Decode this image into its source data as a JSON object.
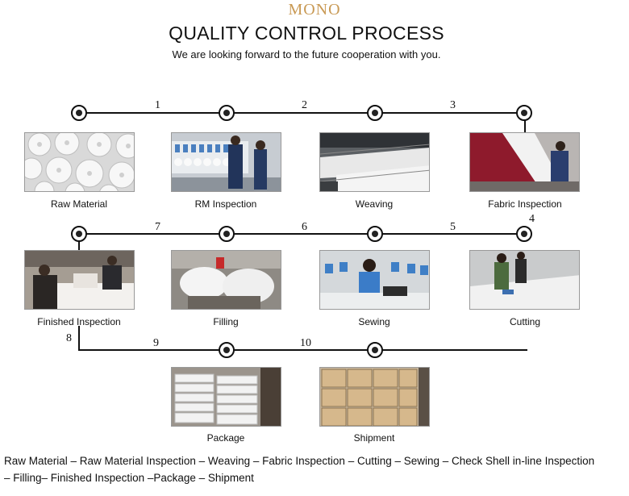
{
  "header": {
    "brand": "MONO",
    "title": "QUALITY CONTROL PROCESS",
    "subtitle": "We are looking forward to the future cooperation with you."
  },
  "steps": {
    "raw_material": "Raw Material",
    "rm_inspection": "RM Inspection",
    "weaving": "Weaving",
    "fabric_inspection": "Fabric Inspection",
    "finished_inspection": "Finished Inspection",
    "filling": "Filling",
    "sewing": "Sewing",
    "cutting": "Cutting",
    "package": "Package",
    "shipment": "Shipment"
  },
  "numbers": [
    "1",
    "2",
    "3",
    "4",
    "5",
    "6",
    "7",
    "8",
    "9",
    "10"
  ],
  "footer": {
    "line1": "Raw Material – Raw Material Inspection – Weaving – Fabric Inspection – Cutting – Sewing – Check Shell in-line Inspection",
    "line2": "– Filling– Finished Inspection –Package – Shipment"
  }
}
